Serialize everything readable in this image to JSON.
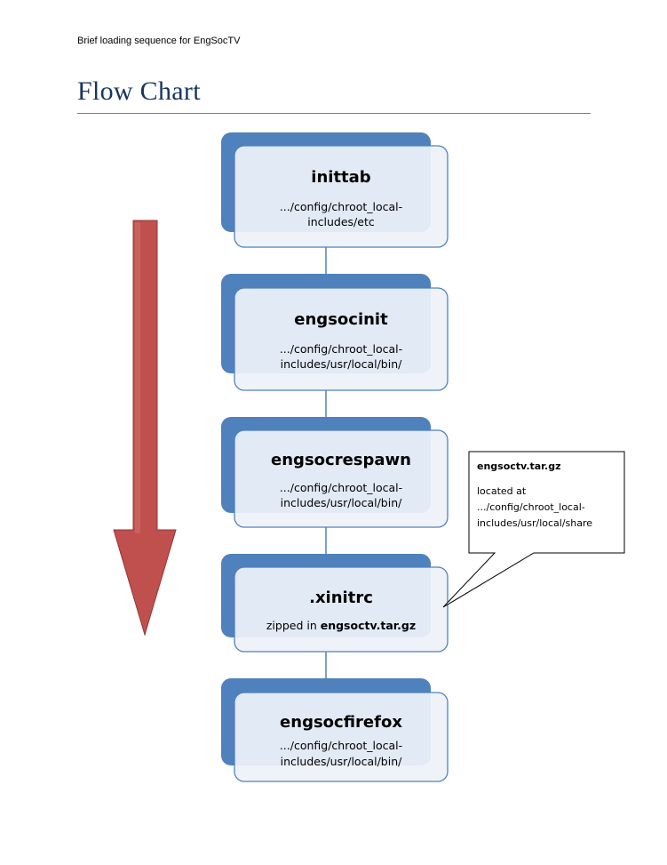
{
  "header": {
    "text": "Brief loading sequence for EngSocTV"
  },
  "page_title": "Flow Chart",
  "nodes": [
    {
      "title": "inittab",
      "line1": ".../config/chroot_local-",
      "line2": "includes/etc"
    },
    {
      "title": "engsocinit",
      "line1": ".../config/chroot_local-",
      "line2": "includes/usr/local/bin/"
    },
    {
      "title": "engsocrespawn",
      "line1": ".../config/chroot_local-",
      "line2": "includes/usr/local/bin/"
    },
    {
      "title": ".xinitrc",
      "prefix": "zipped in ",
      "bold": "engsoctv.tar.gz"
    },
    {
      "title": "engsocfirefox",
      "line1": ".../config/chroot_local-",
      "line2": "includes/usr/local/bin/"
    }
  ],
  "callout": {
    "title": "engsoctv.tar.gz",
    "line1": "located at",
    "line2": ".../config/chroot_local-",
    "line3": "includes/usr/local/share"
  },
  "colors": {
    "title": "#17365D",
    "rule": "#4F81BD",
    "back_box": "#4F81BD",
    "front_box_fill": "#EEF2F9",
    "front_box_border": "#4F81BD",
    "arrow": "#C0504D"
  }
}
